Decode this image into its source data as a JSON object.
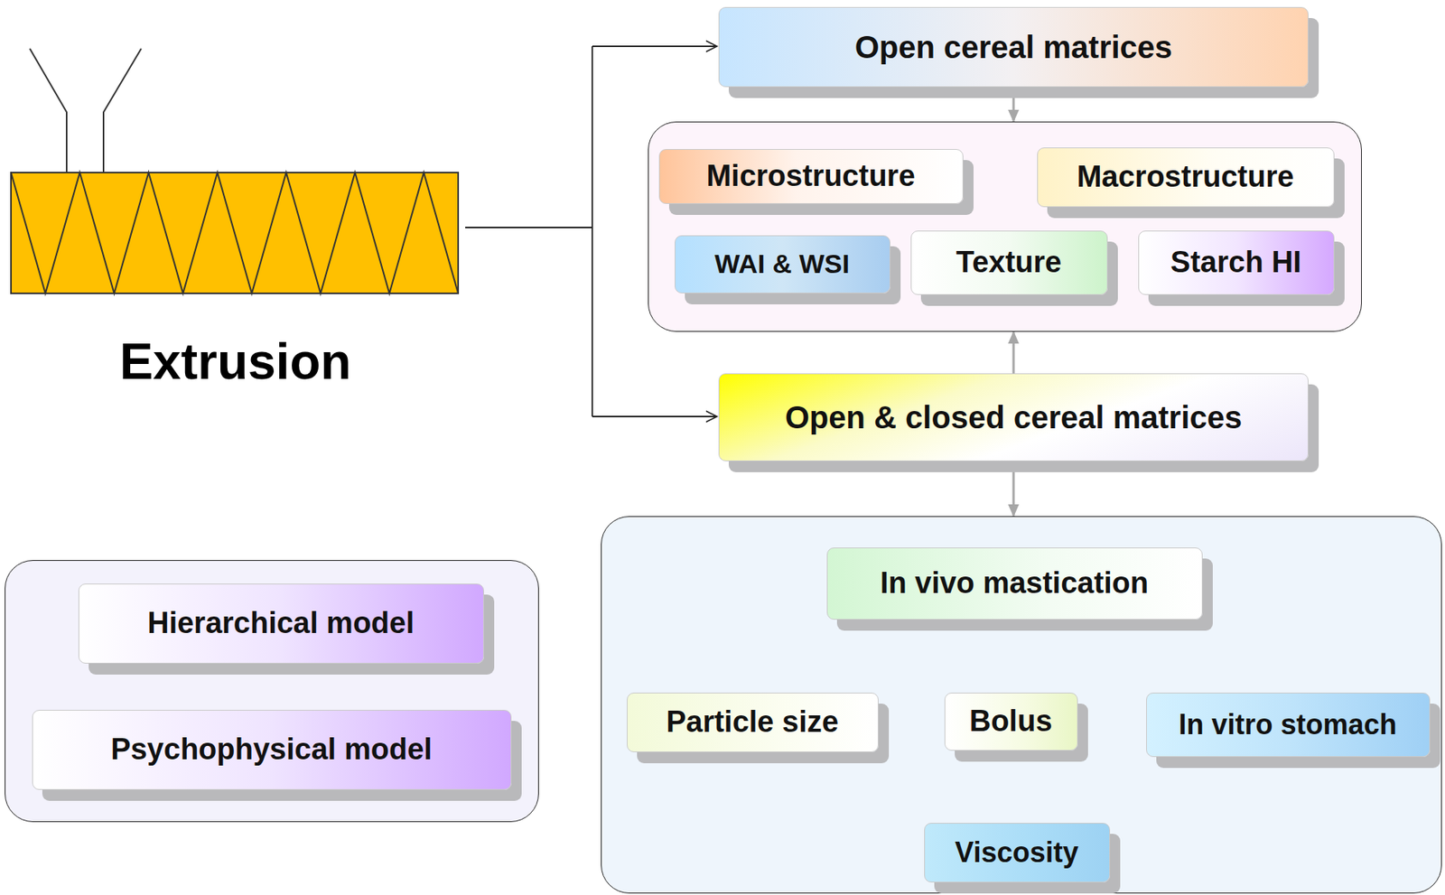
{
  "diagram": {
    "nodes": [
      {
        "text": [
          "Open cereal matrices"
        ]
      },
      {
        "text": []
      },
      {
        "text": [
          "Microstructure"
        ],
        "in": 1
      },
      {
        "text": [
          "Macrostructure"
        ],
        "in": 1
      },
      {
        "text": [
          "WAI & WSI"
        ],
        "in": 1
      },
      {
        "text": [
          "Texture"
        ],
        "in": 1
      },
      {
        "text": [
          "Starch HI"
        ],
        "in": 1
      },
      {
        "text": [
          "Open & closed cereal matrices"
        ]
      },
      {
        "text": []
      },
      {
        "text": [
          "In vivo mastication"
        ],
        "in": 8
      },
      {
        "text": [
          "Particle size"
        ],
        "in": 8
      },
      {
        "text": [
          "Bolus"
        ],
        "in": 8
      },
      {
        "text": [
          "In vitro stomach"
        ],
        "in": 8
      },
      {
        "text": [
          "Viscosity"
        ],
        "in": 8
      },
      {
        "text": []
      },
      {
        "text": [
          "Hierarchical model"
        ],
        "in": 14
      },
      {
        "text": [
          "Psychophysical model"
        ],
        "in": 14
      }
    ],
    "edges": [
      {
        "from": 0,
        "to": 1,
        "arrow": "to"
      },
      {
        "from": 7,
        "to": 1,
        "arrow": "to"
      },
      {
        "from": 7,
        "to": 8,
        "arrow": "to"
      },
      {
        "from": 9,
        "to": 11,
        "arrow": "to"
      },
      {
        "from": 11,
        "to": 10,
        "arrow": "to"
      },
      {
        "from": 11,
        "to": 12,
        "arrow": "to"
      },
      {
        "from": 11,
        "to": 13,
        "arrow": "to"
      }
    ],
    "labels": [
      "Extrusion"
    ]
  }
}
